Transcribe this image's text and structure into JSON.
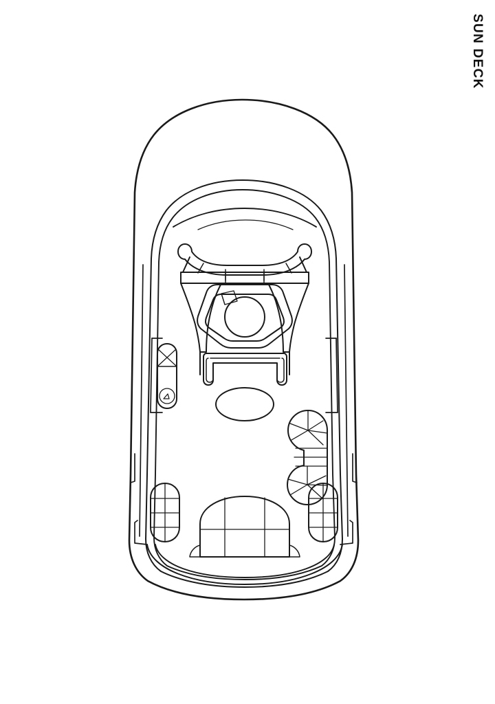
{
  "page": {
    "title": "SUN DECK",
    "background_color": "#ffffff",
    "line_color": "#1a1a1a",
    "orientation": "bow-up",
    "drawing_type": "yacht deck plan line drawing",
    "label_rotation_degrees": 90
  },
  "deck_label": {
    "text": "SUN DECK",
    "position": "right-edge-top",
    "color": "#111111"
  },
  "features": [
    {
      "id": "hull-outline",
      "name": "Hull outline",
      "label": ""
    },
    {
      "id": "bulwark",
      "name": "Bulwark / walkway",
      "label": ""
    },
    {
      "id": "bar-counter",
      "name": "Curved bar counter",
      "label": "",
      "seats": 5
    },
    {
      "id": "jacuzzi",
      "name": "Hexagonal jacuzzi",
      "label": ""
    },
    {
      "id": "jacuzzi-step",
      "name": "Jacuzzi step",
      "label": ""
    },
    {
      "id": "sofa",
      "name": "U-shaped sofa",
      "label": ""
    },
    {
      "id": "table",
      "name": "Oval table",
      "label": ""
    },
    {
      "id": "locker",
      "name": "Port side locker",
      "label": ""
    },
    {
      "id": "stairs",
      "name": "Spiral staircase",
      "label": "",
      "treads": 11
    },
    {
      "id": "lounger-port",
      "name": "Port sun lounger",
      "label": ""
    },
    {
      "id": "lounger-stbd",
      "name": "Starboard sun lounger",
      "label": ""
    },
    {
      "id": "sunpad",
      "name": "Aft sunpad",
      "label": ""
    },
    {
      "id": "transom",
      "name": "Stern transom",
      "label": ""
    }
  ]
}
